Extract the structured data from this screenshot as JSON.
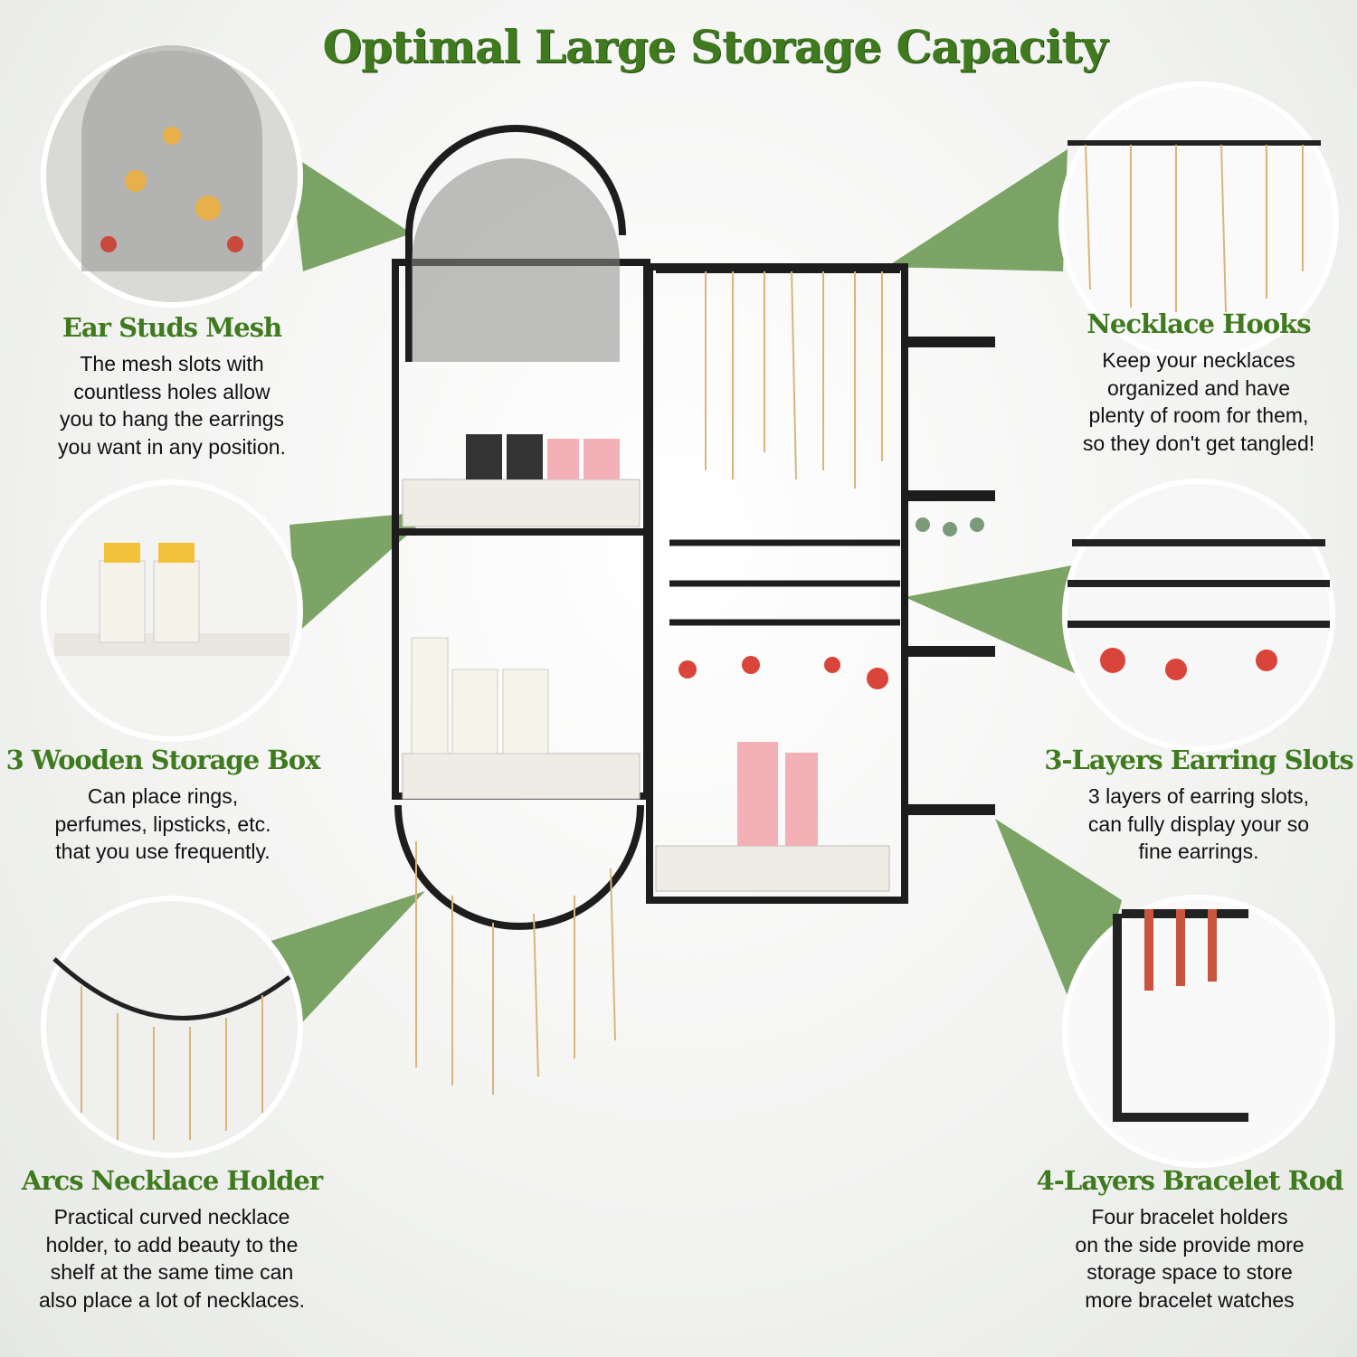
{
  "title": "Optimal Large Storage Capacity",
  "accent_color": "#3f7a1e",
  "callout_color": "#6e9a55",
  "features": [
    {
      "heading": "Ear Studs Mesh",
      "lines": [
        "The mesh slots with",
        "countless holes allow",
        "you to hang the earrings",
        "you want in any position."
      ]
    },
    {
      "heading": "3 Wooden Storage Box",
      "lines": [
        "Can place rings,",
        "perfumes, lipsticks, etc.",
        "that you use frequently."
      ]
    },
    {
      "heading": "Arcs Necklace Holder",
      "lines": [
        "Practical curved necklace",
        "holder, to add beauty to the",
        "shelf at the same time can",
        "also place a lot of necklaces."
      ]
    },
    {
      "heading": "Necklace Hooks",
      "lines": [
        "Keep your necklaces",
        "organized and have",
        "plenty of room for them,",
        "so they don't get tangled!"
      ]
    },
    {
      "heading": "3-Layers Earring Slots",
      "lines": [
        "3 layers of earring slots,",
        "can fully display your so",
        "fine earrings."
      ]
    },
    {
      "heading": "4-Layers Bracelet Rod",
      "lines": [
        "Four bracelet holders",
        "on the side provide more",
        "storage space to store",
        "more bracelet watches"
      ]
    }
  ]
}
